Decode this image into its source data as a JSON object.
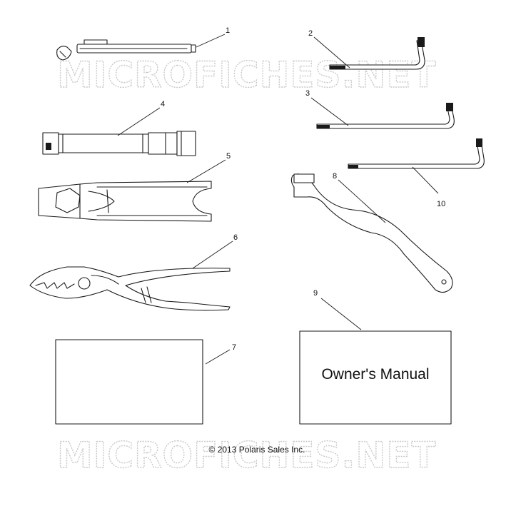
{
  "watermark": {
    "text": "MICROFICHES.NET"
  },
  "callouts": [
    {
      "id": "1",
      "label": "1"
    },
    {
      "id": "2",
      "label": "2"
    },
    {
      "id": "3",
      "label": "3"
    },
    {
      "id": "4",
      "label": "4"
    },
    {
      "id": "5",
      "label": "5"
    },
    {
      "id": "6",
      "label": "6"
    },
    {
      "id": "7",
      "label": "7"
    },
    {
      "id": "8",
      "label": "8"
    },
    {
      "id": "9",
      "label": "9"
    },
    {
      "id": "10",
      "label": "10"
    }
  ],
  "manual": {
    "label": "Owner's Manual"
  },
  "footer": {
    "copyright": "© 2013 Polaris Sales Inc."
  }
}
